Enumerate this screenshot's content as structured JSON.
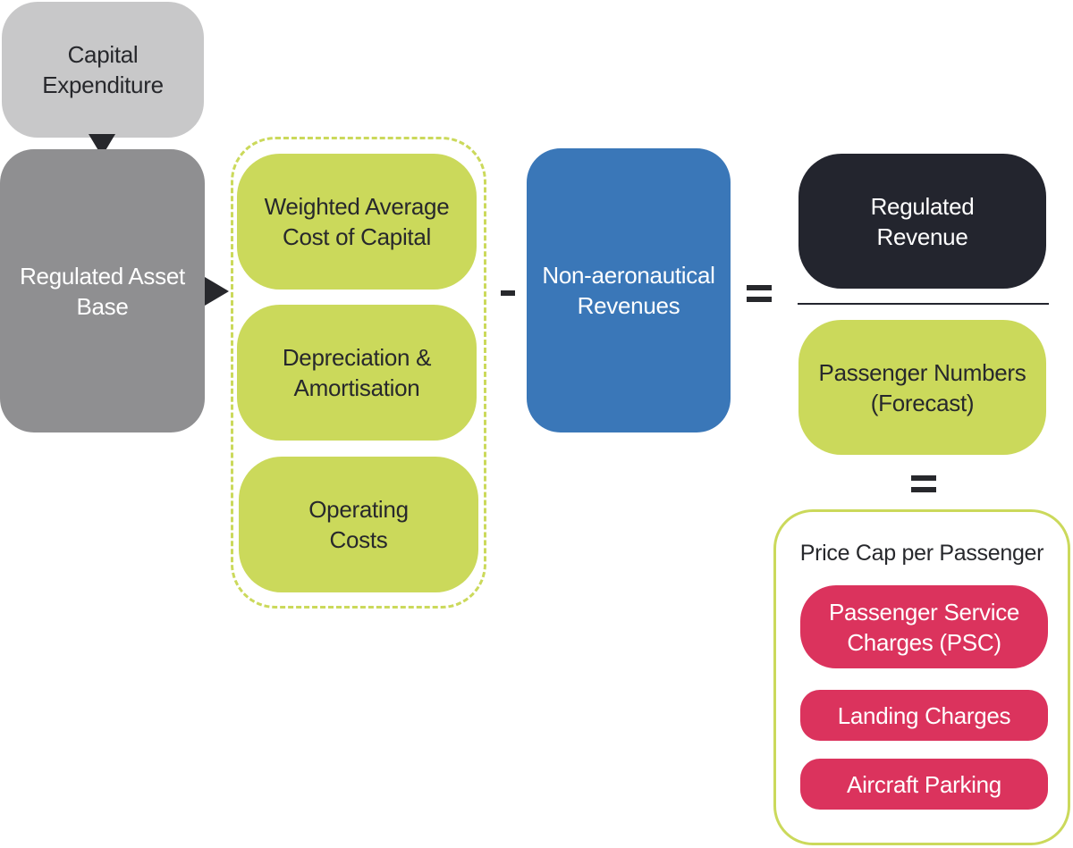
{
  "boxes": {
    "capital_expenditure": "Capital\nExpenditure",
    "regulated_asset_base": "Regulated Asset\nBase",
    "wacc": "Weighted Average\nCost of Capital",
    "depreciation": "Depreciation &\nAmortisation",
    "operating_costs": "Operating\nCosts",
    "non_aeronautical": "Non-aeronautical\nRevenues",
    "regulated_revenue": "Regulated\nRevenue",
    "passenger_numbers": "Passenger Numbers\n(Forecast)"
  },
  "price_cap": {
    "title": "Price Cap per Passenger",
    "items": [
      "Passenger Service\nCharges (PSC)",
      "Landing Charges",
      "Aircraft Parking"
    ]
  },
  "colors": {
    "light_grey": "#c8c8c9",
    "mid_grey": "#8f8f91",
    "lime": "#cbd95b",
    "blue": "#3a77b8",
    "dark": "#23252e",
    "crimson": "#db335d"
  }
}
